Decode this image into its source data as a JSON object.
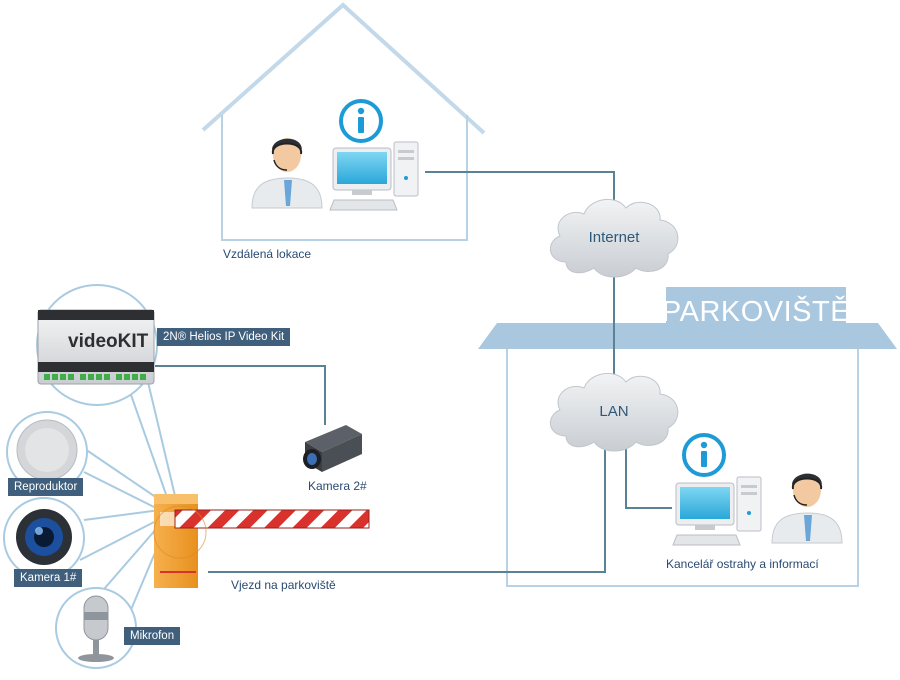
{
  "labels": {
    "remote_location": "Vzdálená lokace",
    "internet": "Internet",
    "lan": "LAN",
    "parking": "PARKOVIŠTĚ",
    "video_kit": "2N® Helios IP Video Kit",
    "camera2": "Kamera 2#",
    "speaker": "Reproduktor",
    "camera1": "Kamera 1#",
    "microphone": "Mikrofon",
    "entrance": "Vjezd na parkoviště",
    "office": "Kancelář ostrahy a informací",
    "device_brand": "videoKIT"
  },
  "icons": {
    "info": "info-icon",
    "operator": "operator-headset-icon",
    "computer": "computer-icon",
    "camera": "cctv-camera-icon",
    "speaker": "speaker-icon",
    "lens": "camera-lens-icon",
    "microphone": "microphone-icon",
    "barrier": "parking-barrier-icon"
  },
  "colors": {
    "house": "#a9c8e0",
    "line": "#4f7890",
    "cloud": "#dcdfe3",
    "tag": "#3f5f7d",
    "info": "#1e9bd7",
    "barrier": "#f4a43a"
  }
}
